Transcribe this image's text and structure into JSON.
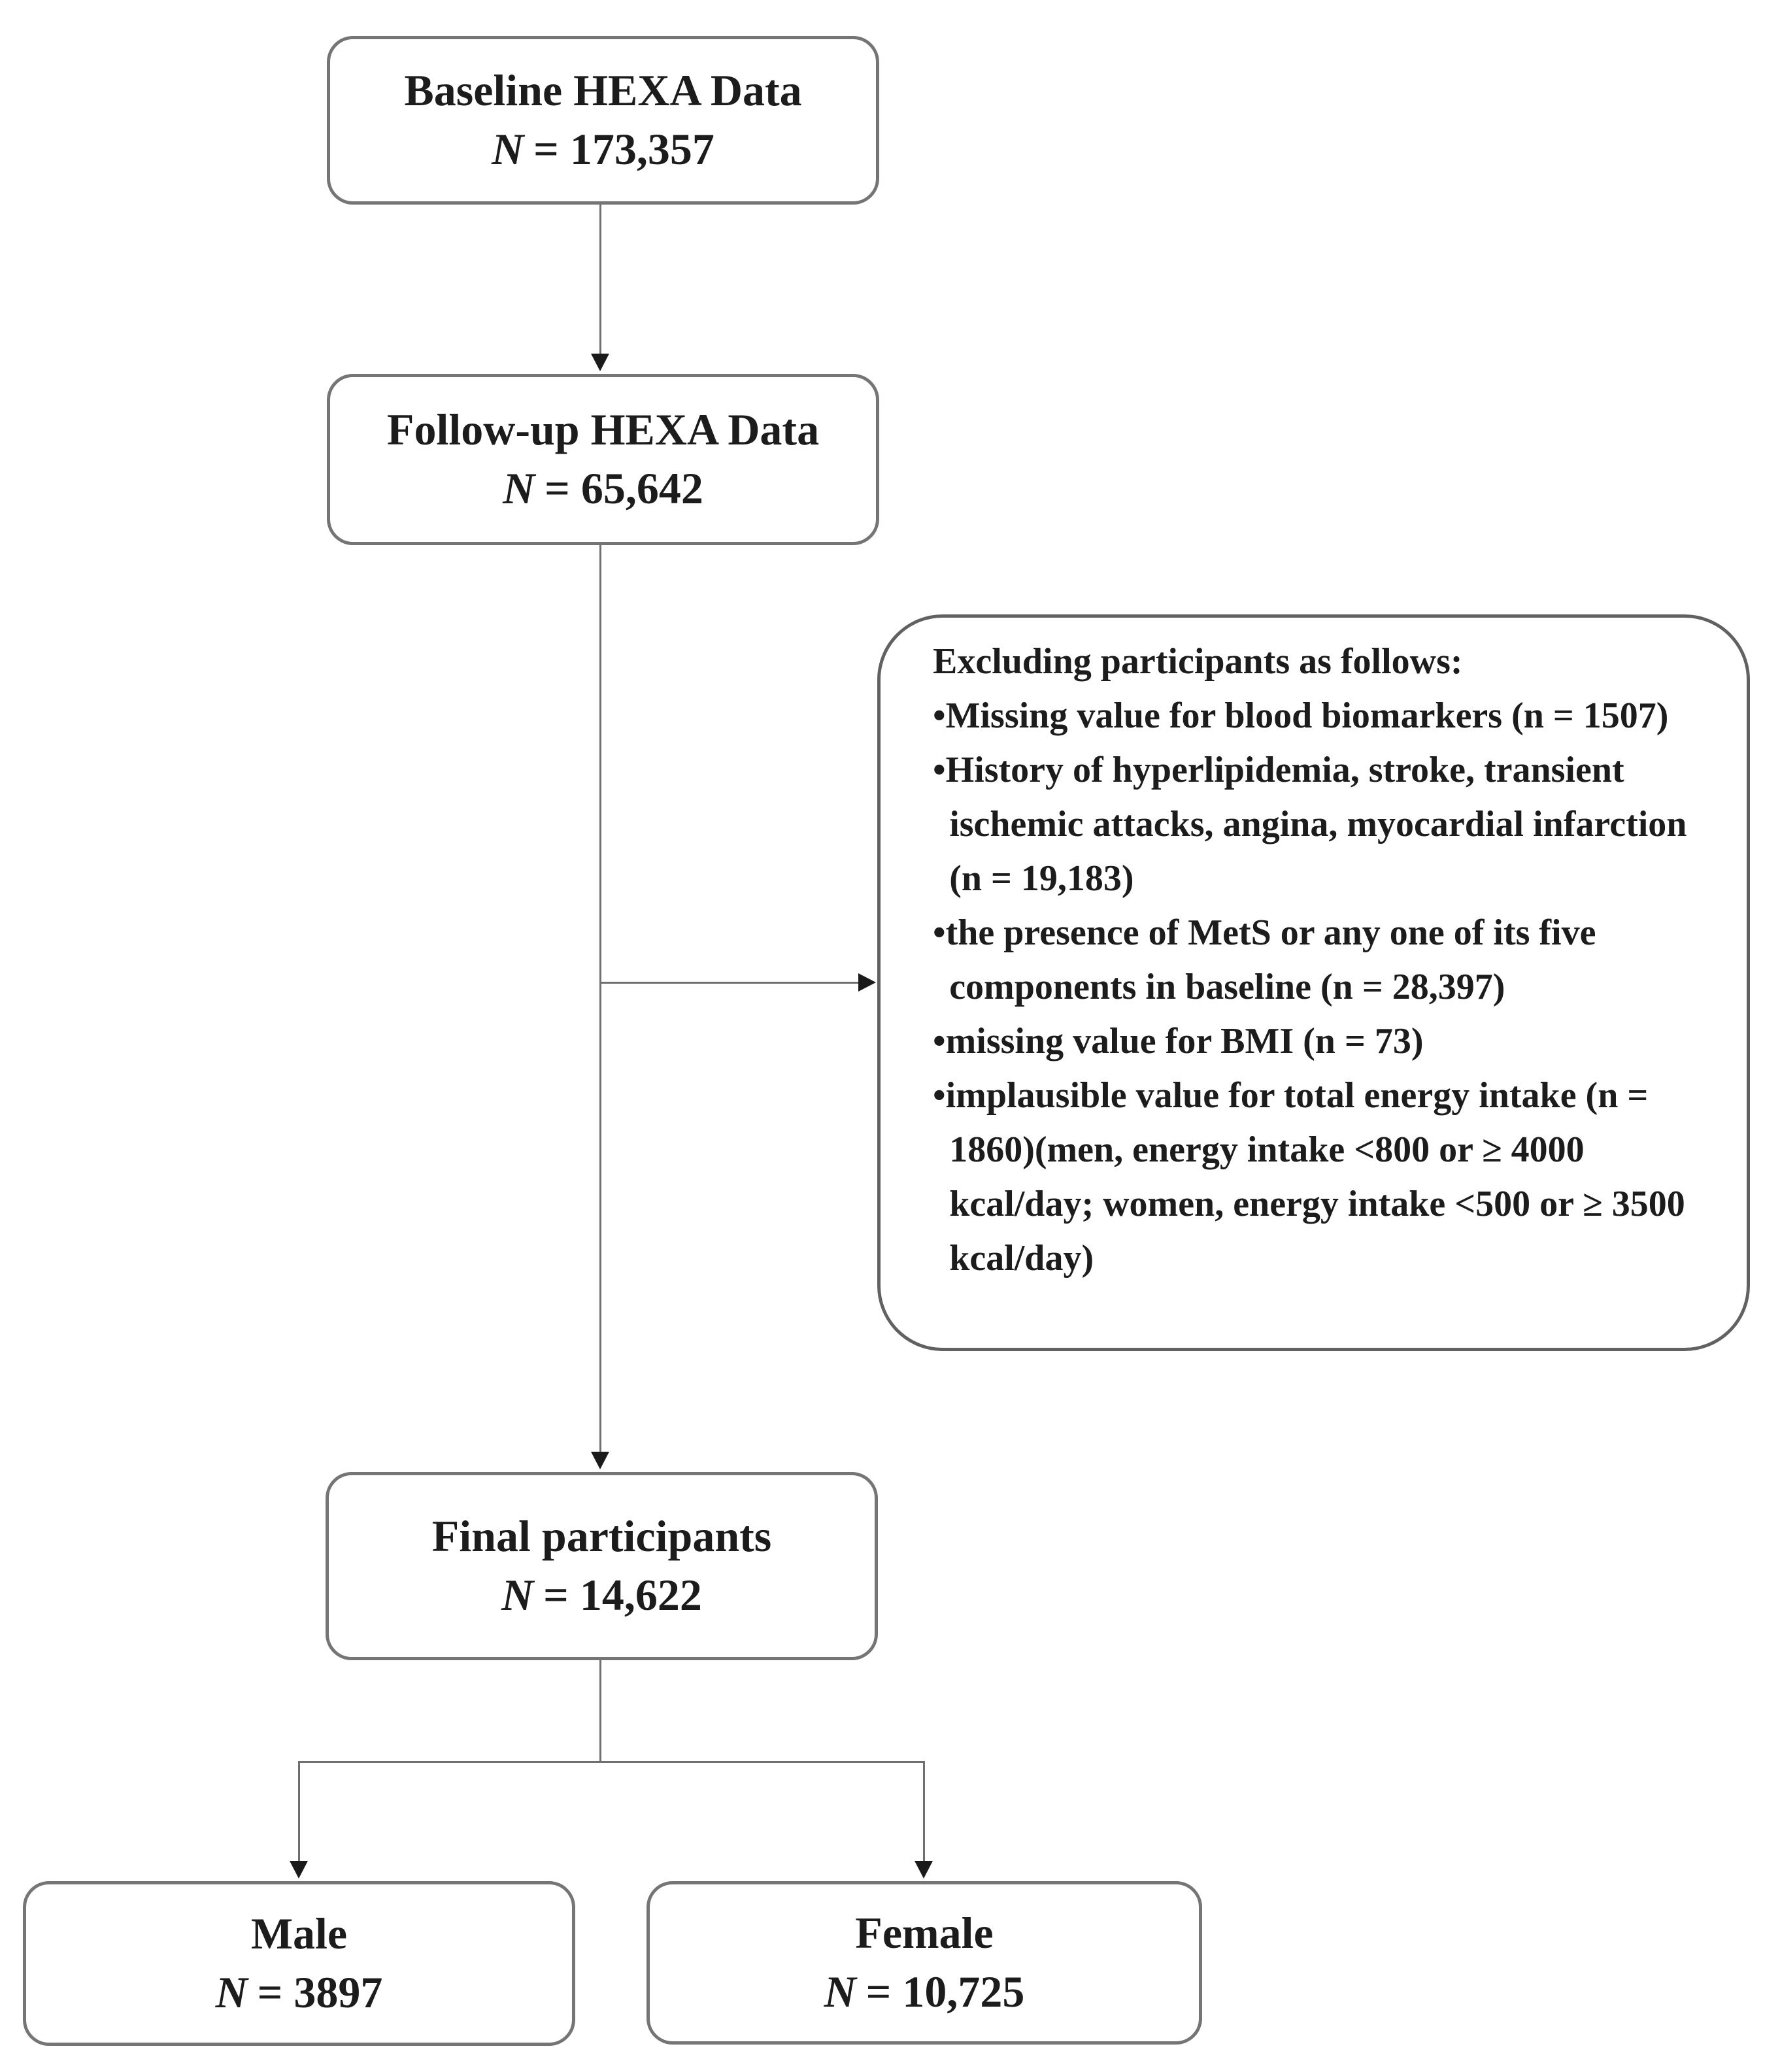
{
  "diagram": {
    "background": "#ffffff",
    "boxes": {
      "baseline": {
        "title": "Baseline HEXA Data",
        "n_label": "N",
        "n_value": "= 173,357"
      },
      "followup": {
        "title": "Follow-up HEXA Data",
        "n_label": "N",
        "n_value": "= 65,642"
      },
      "final": {
        "title": "Final participants",
        "n_label": "N",
        "n_value": "= 14,622"
      },
      "male": {
        "title": "Male",
        "n_label": "N",
        "n_value": "= 3897"
      },
      "female": {
        "title": "Female",
        "n_label": "N",
        "n_value": "= 10,725"
      }
    },
    "exclusion_box": {
      "header": "Excluding participants as follows:",
      "bullet": "•",
      "items": [
        "Missing value for blood biomarkers (n = 1507)",
        "History of hyperlipidemia, stroke, transient ischemic attacks, angina, myocardial infarction (n = 19,183)",
        "the presence of MetS or any one of its five components in baseline (n = 28,397)",
        "missing value for BMI (n = 73)",
        "implausible value for total energy intake (n = 1860)(men, energy intake <800 or ≥ 4000 kcal/day; women, energy intake <500 or ≥ 3500 kcal/day)"
      ]
    },
    "colors": {
      "box_border": "#757575",
      "exclusion_border": "#616161",
      "connector": "#6f6f6f",
      "arrowhead": "#1a1a1a",
      "text": "#1c1c1c"
    }
  }
}
